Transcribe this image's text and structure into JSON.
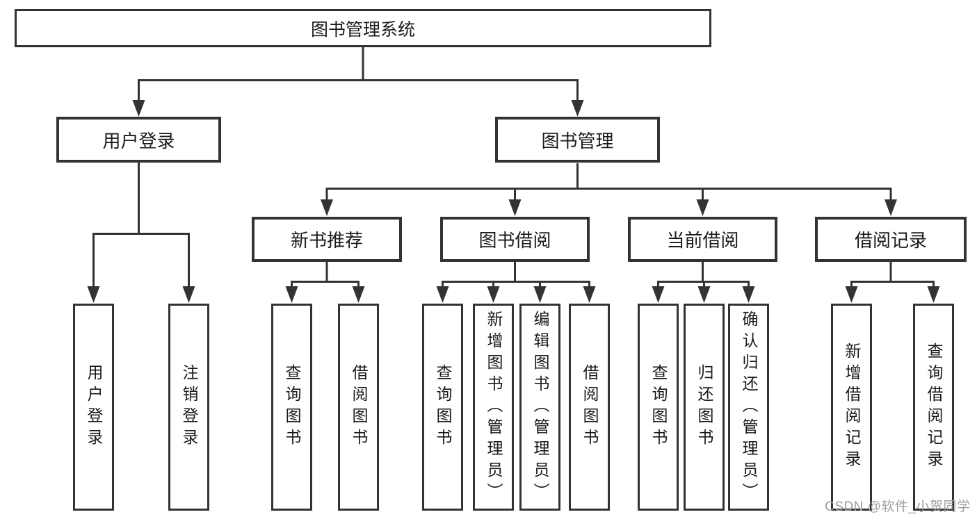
{
  "tree": {
    "label": "图书管理系统",
    "children": [
      {
        "label": "用户登录",
        "children": [
          {
            "label": "用户登录"
          },
          {
            "label": "注销登录"
          }
        ]
      },
      {
        "label": "图书管理",
        "children": [
          {
            "label": "新书推荐",
            "children": [
              {
                "label": "查询图书"
              },
              {
                "label": "借阅图书"
              }
            ]
          },
          {
            "label": "图书借阅",
            "children": [
              {
                "label": "查询图书"
              },
              {
                "label": "新增图书（管理员）"
              },
              {
                "label": "编辑图书（管理员）"
              },
              {
                "label": "借阅图书"
              }
            ]
          },
          {
            "label": "当前借阅",
            "children": [
              {
                "label": "查询图书"
              },
              {
                "label": "归还图书"
              },
              {
                "label": "确认归还（管理员）"
              }
            ]
          },
          {
            "label": "借阅记录",
            "children": [
              {
                "label": "新增借阅记录"
              },
              {
                "label": "查询借阅记录"
              }
            ]
          }
        ]
      }
    ]
  },
  "watermark": "CSDN @软件_小贺同学",
  "colors": {
    "line": "#333333",
    "box_border": "#333333",
    "text": "#1a1a1a",
    "background": "#ffffff",
    "watermark": "#9e9e9e"
  }
}
